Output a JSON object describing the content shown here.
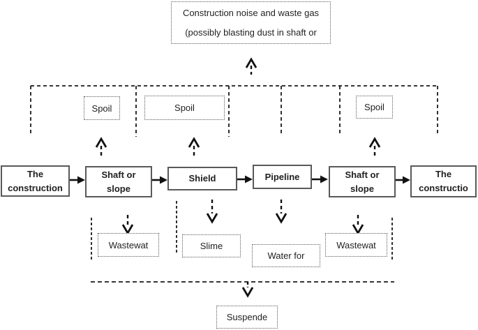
{
  "diagram": {
    "title_note": "Construction environmental-impact flow diagram",
    "top_box": {
      "line1": "Construction noise and waste gas",
      "line2": "(possibly blasting dust in shaft or"
    },
    "spoil_boxes": [
      {
        "label": "Spoil"
      },
      {
        "label": "Spoil"
      },
      {
        "label": "Spoil"
      }
    ],
    "flow_boxes": [
      {
        "lines": [
          "The",
          "construction"
        ]
      },
      {
        "lines": [
          "Shaft or",
          "slope"
        ]
      },
      {
        "lines": [
          "Shield"
        ]
      },
      {
        "lines": [
          "Pipeline"
        ]
      },
      {
        "lines": [
          "Shaft or",
          "slope"
        ]
      },
      {
        "lines": [
          "The",
          "constructio"
        ]
      }
    ],
    "bottom_boxes": [
      {
        "label": "Wastewat"
      },
      {
        "label": "Slime"
      },
      {
        "label": "Water for"
      },
      {
        "label": "Wastewat"
      }
    ],
    "suspended_box": {
      "label": "Suspende"
    },
    "colors": {
      "background": "#ffffff",
      "text": "#1f1f1f",
      "solid_box_border": "#595959",
      "dotted_box_border": "#595959",
      "connector": "#1a1a1a"
    }
  }
}
